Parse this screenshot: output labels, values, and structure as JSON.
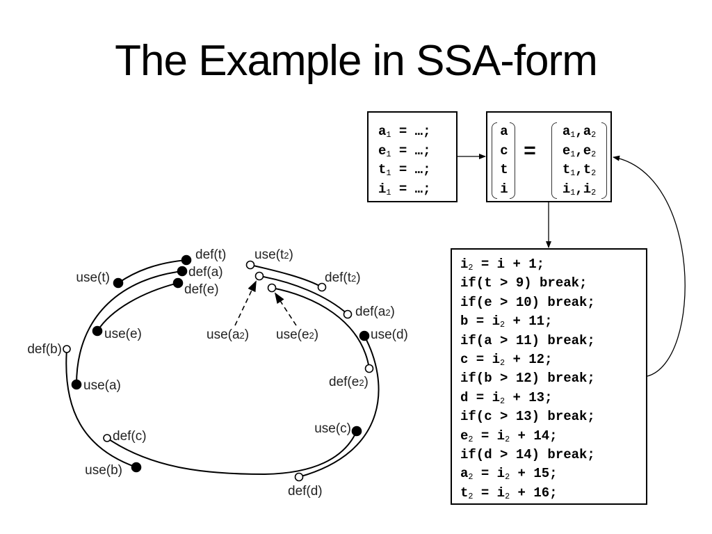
{
  "title": "The Example in SSA-form",
  "init_block": {
    "lines": [
      {
        "var": "a",
        "sub": "1",
        "rest": " = …;"
      },
      {
        "var": "e",
        "sub": "1",
        "rest": " = …;"
      },
      {
        "var": "t",
        "sub": "1",
        "rest": " = …;"
      },
      {
        "var": "i",
        "sub": "1",
        "rest": " = …;"
      }
    ]
  },
  "phi_block": {
    "targets": [
      "a",
      "c",
      "t",
      "i"
    ],
    "equals": "=",
    "sources": [
      {
        "v1": "a",
        "s1": "1",
        "v2": "a",
        "s2": "2"
      },
      {
        "v1": "e",
        "s1": "1",
        "v2": "e",
        "s2": "2"
      },
      {
        "v1": "t",
        "s1": "1",
        "v2": "t",
        "s2": "2"
      },
      {
        "v1": "i",
        "s1": "1",
        "v2": "i",
        "s2": "2"
      }
    ]
  },
  "loop_block": {
    "lines": [
      [
        {
          "t": "i"
        },
        {
          "sub": "2"
        },
        {
          "t": " = i + 1;"
        }
      ],
      [
        {
          "t": "if(t > 9) break;"
        }
      ],
      [
        {
          "t": "if(e > 10) break;"
        }
      ],
      [
        {
          "t": "b = i"
        },
        {
          "sub": "2"
        },
        {
          "t": " + 11;"
        }
      ],
      [
        {
          "t": "if(a > 11) break;"
        }
      ],
      [
        {
          "t": "c = i"
        },
        {
          "sub": "2"
        },
        {
          "t": " + 12;"
        }
      ],
      [
        {
          "t": "if(b > 12) break;"
        }
      ],
      [
        {
          "t": "d = i"
        },
        {
          "sub": "2"
        },
        {
          "t": " + 13;"
        }
      ],
      [
        {
          "t": "if(c > 13) break;"
        }
      ],
      [
        {
          "t": "e"
        },
        {
          "sub": "2"
        },
        {
          "t": " = i"
        },
        {
          "sub": "2"
        },
        {
          "t": " + 14;"
        }
      ],
      [
        {
          "t": "if(d > 14) break;"
        }
      ],
      [
        {
          "t": "a"
        },
        {
          "sub": "2"
        },
        {
          "t": " = i"
        },
        {
          "sub": "2"
        },
        {
          "t": " + 15;"
        }
      ],
      [
        {
          "t": "t"
        },
        {
          "sub": "2"
        },
        {
          "t": " = i"
        },
        {
          "sub": "2"
        },
        {
          "t": " + 16;"
        }
      ]
    ]
  },
  "live_ranges": {
    "labels": [
      {
        "id": "def-t",
        "text": "def(t)",
        "kind": "def",
        "filled": true
      },
      {
        "id": "def-a",
        "text": "def(a)",
        "kind": "def",
        "filled": true
      },
      {
        "id": "def-e",
        "text": "def(e)",
        "kind": "def",
        "filled": true
      },
      {
        "id": "use-t",
        "text": "use(t)",
        "kind": "use",
        "filled": true
      },
      {
        "id": "use-e",
        "text": "use(e)",
        "kind": "use",
        "filled": true
      },
      {
        "id": "def-b",
        "text": "def(b)",
        "kind": "def",
        "filled": false
      },
      {
        "id": "use-a",
        "text": "use(a)",
        "kind": "use",
        "filled": true
      },
      {
        "id": "def-c",
        "text": "def(c)",
        "kind": "def",
        "filled": false
      },
      {
        "id": "use-b",
        "text": "use(b)",
        "kind": "use",
        "filled": true
      },
      {
        "id": "use-t2",
        "text": "use(t",
        "sub": "2",
        "kind": "use",
        "filled": false
      },
      {
        "id": "def-t2",
        "text": "def(t",
        "sub": "2",
        "kind": "def",
        "filled": false
      },
      {
        "id": "def-a2",
        "text": "def(a",
        "sub": "2",
        "kind": "def",
        "filled": false
      },
      {
        "id": "use-a2",
        "text": "use(a",
        "sub": "2",
        "kind": "use",
        "filled": false
      },
      {
        "id": "use-e2",
        "text": "use(e",
        "sub": "2",
        "kind": "use",
        "filled": false
      },
      {
        "id": "use-d",
        "text": "use(d)",
        "kind": "use",
        "filled": true
      },
      {
        "id": "def-e2",
        "text": "def(e",
        "sub": "2",
        "kind": "def",
        "filled": false
      },
      {
        "id": "use-c",
        "text": "use(c)",
        "kind": "use",
        "filled": true
      },
      {
        "id": "def-d",
        "text": "def(d)",
        "kind": "def",
        "filled": false
      }
    ],
    "close_paren": ")"
  },
  "colors": {
    "stroke": "#000000",
    "text": "#222222",
    "background": "#ffffff"
  }
}
